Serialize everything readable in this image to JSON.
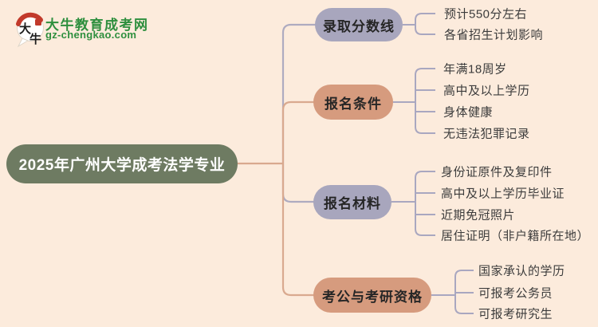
{
  "page": {
    "background_color": "#fcebdc"
  },
  "logo": {
    "mark_char_top": "大",
    "mark_char_bottom": "牛",
    "title": "大牛教育成考网",
    "domain": "gz-chengkao.com",
    "green": "#2e8f3e",
    "red": "#c23a2b"
  },
  "root": {
    "label": "2025年广州大学成考法学专业",
    "bg_color": "#6e7b62",
    "text_color": "#ffffff"
  },
  "branches": [
    {
      "label": "录取分数线",
      "pill_color": "#a8a6bd",
      "line_color": "#aeabc0",
      "children": [
        "预计550分左右",
        "各省招生计划影响"
      ]
    },
    {
      "label": "报名条件",
      "pill_color": "#d69b7e",
      "line_color": "#d9a98f",
      "children": [
        "年满18周岁",
        "高中及以上学历",
        "身体健康",
        "无违法犯罪记录"
      ]
    },
    {
      "label": "报名材料",
      "pill_color": "#a8a6bd",
      "line_color": "#aeabc0",
      "children": [
        "身份证原件及复印件",
        "高中及以上学历毕业证",
        "近期免冠照片",
        "居住证明（非户籍所在地）"
      ]
    },
    {
      "label": "考公与考研资格",
      "pill_color": "#d69b7e",
      "line_color": "#d9a98f",
      "children": [
        "国家承认的学历",
        "可报考公务员",
        "可报考研究生"
      ]
    }
  ],
  "colors": {
    "leaf_connector": "#a9a7c0",
    "leaf_text": "#3c3c3c",
    "branch_label_text": "#262626"
  }
}
